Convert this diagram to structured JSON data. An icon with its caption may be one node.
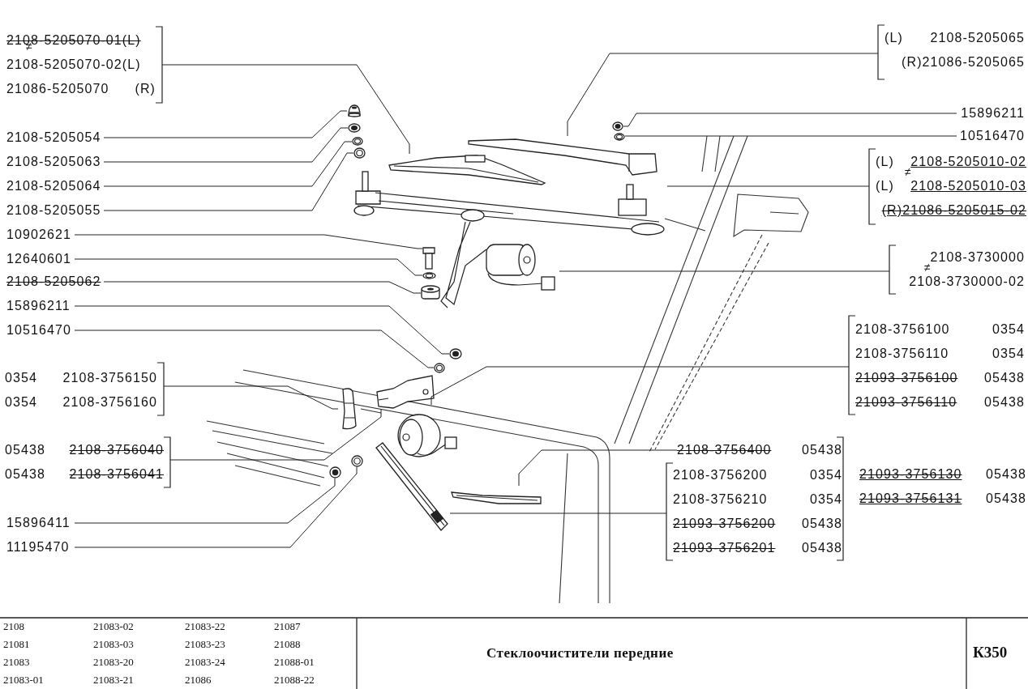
{
  "diagram": {
    "title": "Стеклоочистители передние",
    "nodes": [
      {
        "text": [
          "2108-5205070-01(L)",
          "2108-5205070-02(L)",
          "21086-5205070 (R)"
        ]
      },
      {
        "text": [
          "2108-5205054"
        ]
      },
      {
        "text": [
          "2108-5205063"
        ]
      },
      {
        "text": [
          "2108-5205064"
        ]
      },
      {
        "text": [
          "2108-5205055"
        ]
      },
      {
        "text": [
          "10902621"
        ]
      },
      {
        "text": [
          "12640601"
        ]
      },
      {
        "text": [
          "2108-5205062"
        ]
      },
      {
        "text": [
          "15896211"
        ]
      },
      {
        "text": [
          "10516470"
        ]
      },
      {
        "text": [
          "0354 2108-3756150",
          "0354 2108-3756160"
        ]
      },
      {
        "text": [
          "05438 2108-3756040",
          "05438 2108-3756041"
        ]
      },
      {
        "text": [
          "15896411"
        ]
      },
      {
        "text": [
          "11195470"
        ]
      },
      {
        "text": [
          "(L) 2108-5205065",
          "(R)21086-5205065"
        ]
      },
      {
        "text": [
          "15896211"
        ]
      },
      {
        "text": [
          "10516470"
        ]
      },
      {
        "text": [
          "(L) 2108-5205010-02",
          "(L) 2108-5205010-03",
          "(R)21086-5205015-02"
        ]
      },
      {
        "text": [
          "2108-3730000",
          "2108-3730000-02"
        ]
      },
      {
        "text": [
          "2108-3756100 0354",
          "2108-3756110 0354",
          "21093-3756100 05438",
          "21093-3756110 05438"
        ]
      },
      {
        "text": [
          "2108-3756400 05438"
        ]
      },
      {
        "text": [
          "2108-3756200 0354",
          "2108-3756210 0354",
          "21093-3756200 05438",
          "21093-3756201 05438"
        ]
      },
      {
        "text": [],
        "shape": "picture"
      },
      {
        "text": [],
        "shape": "picture"
      },
      {
        "text": [],
        "shape": "picture"
      },
      {
        "text": [],
        "shape": "picture"
      },
      {
        "text": [],
        "shape": "picture"
      },
      {
        "text": [],
        "shape": "picture"
      },
      {
        "text": [],
        "shape": "picture"
      },
      {
        "text": [],
        "shape": "picture"
      },
      {
        "text": [],
        "shape": "picture"
      },
      {
        "text": [],
        "shape": "picture"
      },
      {
        "text": [],
        "shape": "picture"
      },
      {
        "text": [],
        "shape": "picture"
      },
      {
        "text": [],
        "shape": "picture"
      },
      {
        "text": [],
        "shape": "picture"
      },
      {
        "text": [],
        "shape": "picture"
      },
      {
        "text": [],
        "shape": "picture"
      },
      {
        "text": [],
        "shape": "picture"
      },
      {
        "text": [],
        "shape": "picture"
      },
      {
        "text": [],
        "shape": "picture"
      },
      {
        "text": [],
        "shape": "picture"
      },
      {
        "text": [],
        "shape": "picture"
      },
      {
        "text": [],
        "shape": "picture"
      }
    ],
    "edges": [
      {
        "from": 0,
        "to": 22,
        "arrow": "none"
      },
      {
        "from": 1,
        "to": 23,
        "arrow": "none"
      },
      {
        "from": 2,
        "to": 24,
        "arrow": "none"
      },
      {
        "from": 3,
        "to": 25,
        "arrow": "none"
      },
      {
        "from": 4,
        "to": 26,
        "arrow": "none"
      },
      {
        "from": 5,
        "to": 27,
        "arrow": "none"
      },
      {
        "from": 6,
        "to": 28,
        "arrow": "none"
      },
      {
        "from": 7,
        "to": 29,
        "arrow": "none"
      },
      {
        "from": 8,
        "to": 30,
        "arrow": "none"
      },
      {
        "from": 9,
        "to": 31,
        "arrow": "none"
      },
      {
        "from": 10,
        "to": 32,
        "arrow": "none"
      },
      {
        "from": 11,
        "to": 33,
        "arrow": "none"
      },
      {
        "from": 12,
        "to": 34,
        "arrow": "none"
      },
      {
        "from": 13,
        "to": 35,
        "arrow": "none"
      },
      {
        "from": 14,
        "to": 36,
        "arrow": "none"
      },
      {
        "from": 15,
        "to": 37,
        "arrow": "none"
      },
      {
        "from": 16,
        "to": 38,
        "arrow": "none"
      },
      {
        "from": 17,
        "to": 39,
        "arrow": "none"
      },
      {
        "from": 18,
        "to": 40,
        "arrow": "none"
      },
      {
        "from": 19,
        "to": 41,
        "arrow": "none"
      },
      {
        "from": 20,
        "to": 42,
        "arrow": "none"
      },
      {
        "from": 21,
        "to": 43,
        "arrow": "none"
      }
    ],
    "labels": [
      "≠",
      "≠",
      "≠",
      "21093-3756130 05438",
      "21093-3756131 05438",
      "2108",
      "21083-02",
      "21083-22",
      "21087",
      "21081",
      "21083-03",
      "21083-23",
      "21088",
      "21083",
      "21083-20",
      "21083-24",
      "21088-01",
      "21083-01",
      "21083-21",
      "21086",
      "21088-22",
      "К350"
    ]
  }
}
